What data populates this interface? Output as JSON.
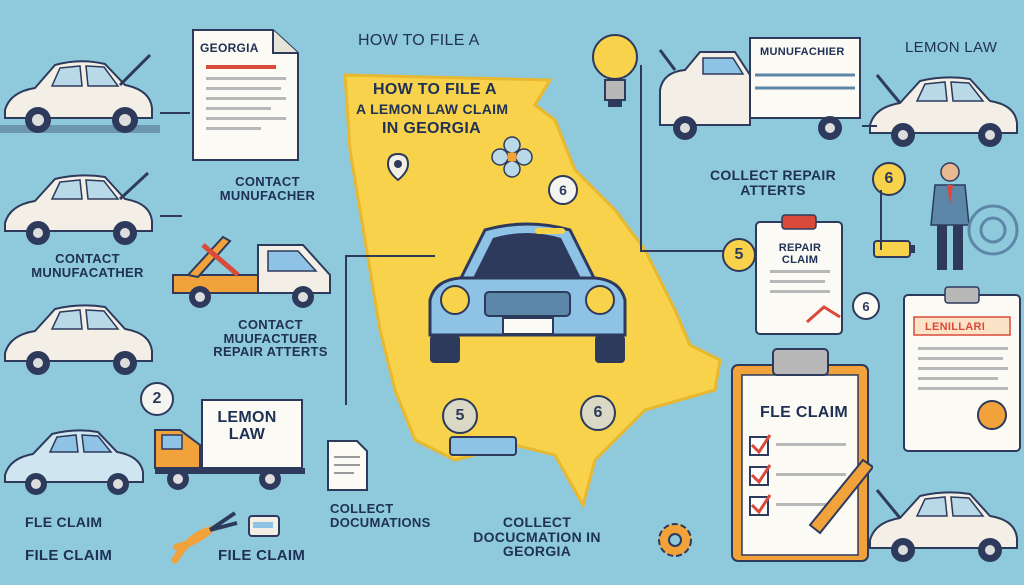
{
  "header": {
    "title": "HOW TO FILE A"
  },
  "map_title": {
    "line1": "HOW TO FILE A",
    "line2": "A LEMON LAW CLAIM",
    "line3": "IN GEORGIA"
  },
  "documents": {
    "georgia_doc": "GEORGIA",
    "manufacturer_truck": "MUNUFACHIER",
    "repair_claim": "REPAIR CLAIM",
    "lemon_law_truck": "LEMON LAW",
    "file_claim_board": "FLE CLAIM",
    "lemon_law_certificate": "LENILLARI"
  },
  "labels": {
    "contact_1": "CONTACT MUNUFACHER",
    "contact_2": "CONTACT MUNUFACATHER",
    "contact_repair": "CONTACT MUUFACTUER REPAIR ATTERTS",
    "collect_repair": "COLLECT REPAIR ATTERTS",
    "lemon_law_top": "LEMON LAW",
    "file_claim_1": "FLE CLAIM",
    "file_claim_2": "FILE CLAIM",
    "file_claim_3": "FILE CLAIM",
    "collect_docs": "COLLECT DOCUMATIONS",
    "collect_georgia": "COLLECT DOCUCMATION IN GEORGIA"
  },
  "numbers": {
    "n_map_top": "6",
    "n_right_top": "6",
    "n_repair": "5",
    "n_right_mid": "6",
    "n_left": "2",
    "n_map_bottom": "5",
    "n_map_bottom2": "6"
  },
  "colors": {
    "background": "#8fc9dc",
    "map": "#f7d24a",
    "car_white": "#f3efe6",
    "car_blue": "#8ec3e6",
    "truck_orange": "#f2a23a",
    "ink": "#203156"
  }
}
